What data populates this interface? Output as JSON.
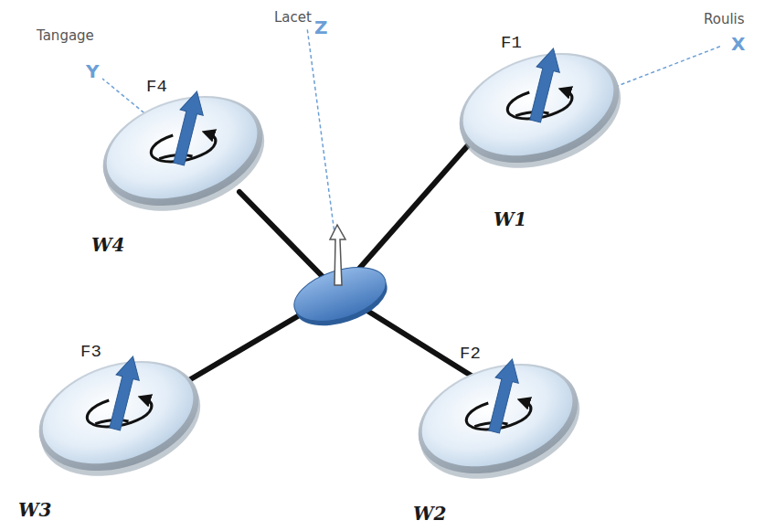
{
  "diagram": {
    "labels": [
      "Lacet",
      "Z",
      "Tangage",
      "Y",
      "Roulis",
      "X",
      "F1",
      "F4",
      "F3",
      "F2",
      "W1",
      "W4",
      "W3",
      "W2"
    ]
  }
}
